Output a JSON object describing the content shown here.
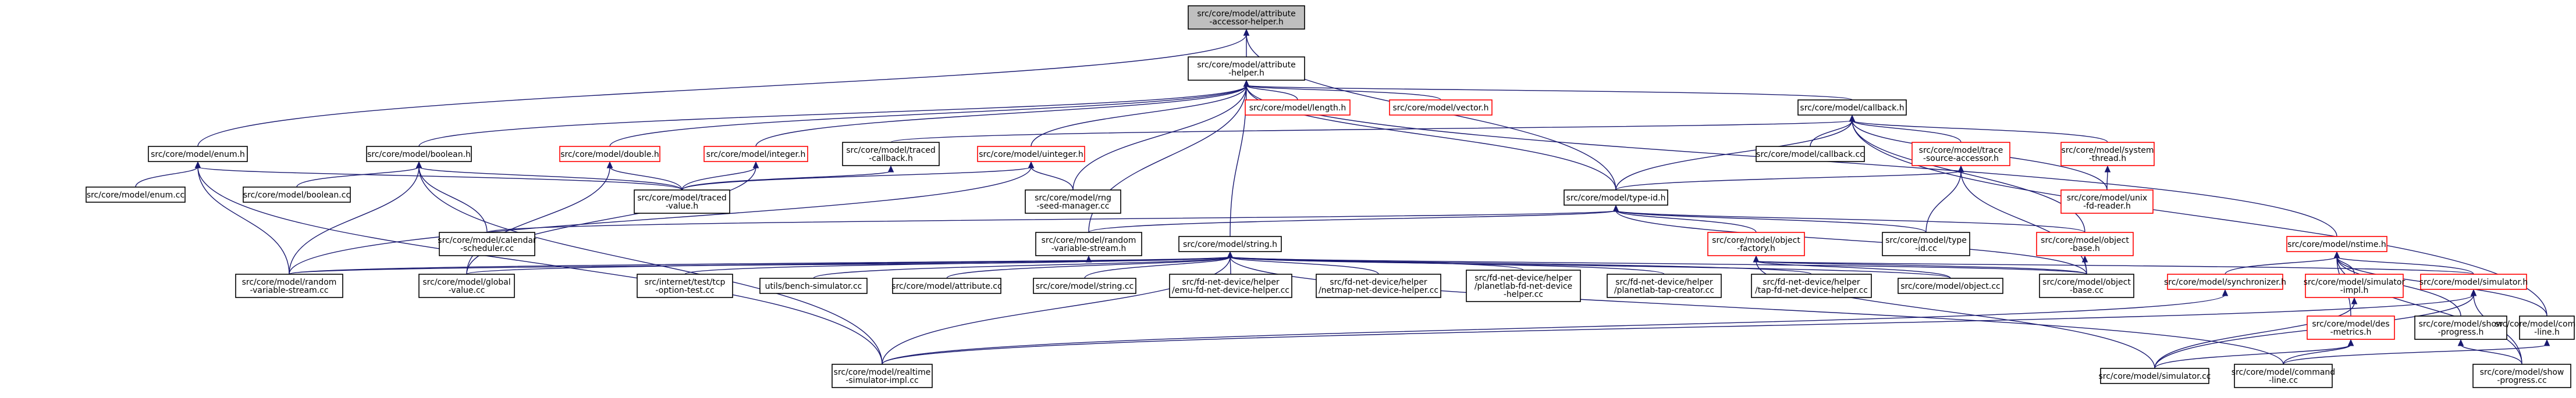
{
  "colors": {
    "root_fill": "#bfbfbf",
    "node_fill": "#ffffff",
    "node_stroke": "#000000",
    "link_node_stroke": "#ff0000",
    "edge": "#191970",
    "text": "#000000"
  },
  "nodes": [
    {
      "id": "root",
      "lines": [
        "src/core/model/attribute",
        "-accessor-helper.h"
      ],
      "kind": "root"
    },
    {
      "id": "attribute_helper",
      "lines": [
        "src/core/model/attribute",
        "-helper.h"
      ],
      "kind": "black"
    },
    {
      "id": "enum_h",
      "lines": [
        "src/core/model/enum.h"
      ],
      "kind": "black"
    },
    {
      "id": "enum_cc",
      "lines": [
        "src/core/model/enum.cc"
      ],
      "kind": "black"
    },
    {
      "id": "boolean_h",
      "lines": [
        "src/core/model/boolean.h"
      ],
      "kind": "black"
    },
    {
      "id": "boolean_cc",
      "lines": [
        "src/core/model/boolean.cc"
      ],
      "kind": "black"
    },
    {
      "id": "double_h",
      "lines": [
        "src/core/model/double.h"
      ],
      "kind": "red"
    },
    {
      "id": "integer_h",
      "lines": [
        "src/core/model/integer.h"
      ],
      "kind": "red"
    },
    {
      "id": "traced_callback_h",
      "lines": [
        "src/core/model/traced",
        "-callback.h"
      ],
      "kind": "black"
    },
    {
      "id": "uinteger_h",
      "lines": [
        "src/core/model/uinteger.h"
      ],
      "kind": "red"
    },
    {
      "id": "length_h",
      "lines": [
        "src/core/model/length.h"
      ],
      "kind": "red"
    },
    {
      "id": "vector_h",
      "lines": [
        "src/core/model/vector.h"
      ],
      "kind": "red"
    },
    {
      "id": "callback_h",
      "lines": [
        "src/core/model/callback.h"
      ],
      "kind": "black"
    },
    {
      "id": "callback_cc",
      "lines": [
        "src/core/model/callback.cc"
      ],
      "kind": "black"
    },
    {
      "id": "trace_source_accessor_h",
      "lines": [
        "src/core/model/trace",
        "-source-accessor.h"
      ],
      "kind": "red"
    },
    {
      "id": "system_thread_h",
      "lines": [
        "src/core/model/system",
        "-thread.h"
      ],
      "kind": "red"
    },
    {
      "id": "unix_fd_reader_h",
      "lines": [
        "src/core/model/unix",
        "-fd-reader.h"
      ],
      "kind": "red"
    },
    {
      "id": "traced_value_h",
      "lines": [
        "src/core/model/traced",
        "-value.h"
      ],
      "kind": "black"
    },
    {
      "id": "rng_seed_manager_cc",
      "lines": [
        "src/core/model/rng",
        "-seed-manager.cc"
      ],
      "kind": "black"
    },
    {
      "id": "type_id_h",
      "lines": [
        "src/core/model/type-id.h"
      ],
      "kind": "black"
    },
    {
      "id": "calendar_scheduler_cc",
      "lines": [
        "src/core/model/calendar",
        "-scheduler.cc"
      ],
      "kind": "black"
    },
    {
      "id": "random_variable_stream_h",
      "lines": [
        "src/core/model/random",
        "-variable-stream.h"
      ],
      "kind": "black"
    },
    {
      "id": "string_h",
      "lines": [
        "src/core/model/string.h"
      ],
      "kind": "black"
    },
    {
      "id": "object_factory_h",
      "lines": [
        "src/core/model/object",
        "-factory.h"
      ],
      "kind": "red"
    },
    {
      "id": "type_id_cc",
      "lines": [
        "src/core/model/type",
        "-id.cc"
      ],
      "kind": "black"
    },
    {
      "id": "object_base_h",
      "lines": [
        "src/core/model/object",
        "-base.h"
      ],
      "kind": "red"
    },
    {
      "id": "nstime_h",
      "lines": [
        "src/core/model/nstime.h"
      ],
      "kind": "red"
    },
    {
      "id": "random_variable_stream_cc",
      "lines": [
        "src/core/model/random",
        "-variable-stream.cc"
      ],
      "kind": "black"
    },
    {
      "id": "global_value_cc",
      "lines": [
        "src/core/model/global",
        "-value.cc"
      ],
      "kind": "black"
    },
    {
      "id": "tcp_option_test_cc",
      "lines": [
        "src/internet/test/tcp",
        "-option-test.cc"
      ],
      "kind": "black"
    },
    {
      "id": "bench_simulator_cc",
      "lines": [
        "utils/bench-simulator.cc"
      ],
      "kind": "black"
    },
    {
      "id": "attribute_cc",
      "lines": [
        "src/core/model/attribute.cc"
      ],
      "kind": "black"
    },
    {
      "id": "string_cc",
      "lines": [
        "src/core/model/string.cc"
      ],
      "kind": "black"
    },
    {
      "id": "emu_fd_net_cc",
      "lines": [
        "src/fd-net-device/helper",
        "/emu-fd-net-device-helper.cc"
      ],
      "kind": "black"
    },
    {
      "id": "netmap_net_cc",
      "lines": [
        "src/fd-net-device/helper",
        "/netmap-net-device-helper.cc"
      ],
      "kind": "black"
    },
    {
      "id": "planetlab_fd_net_cc",
      "lines": [
        "src/fd-net-device/helper",
        "/planetlab-fd-net-device",
        "-helper.cc"
      ],
      "kind": "black"
    },
    {
      "id": "planetlab_tap_creator_cc",
      "lines": [
        "src/fd-net-device/helper",
        "/planetlab-tap-creator.cc"
      ],
      "kind": "black"
    },
    {
      "id": "tap_fd_net_cc",
      "lines": [
        "src/fd-net-device/helper",
        "/tap-fd-net-device-helper.cc"
      ],
      "kind": "black"
    },
    {
      "id": "object_cc",
      "lines": [
        "src/core/model/object.cc"
      ],
      "kind": "black"
    },
    {
      "id": "object_base_cc",
      "lines": [
        "src/core/model/object",
        "-base.cc"
      ],
      "kind": "black"
    },
    {
      "id": "synchronizer_h",
      "lines": [
        "src/core/model/synchronizer.h"
      ],
      "kind": "red"
    },
    {
      "id": "simulator_impl_h",
      "lines": [
        "src/core/model/simulator",
        "-impl.h"
      ],
      "kind": "red"
    },
    {
      "id": "simulator_h",
      "lines": [
        "src/core/model/simulator.h"
      ],
      "kind": "red"
    },
    {
      "id": "des_metrics_h",
      "lines": [
        "src/core/model/des",
        "-metrics.h"
      ],
      "kind": "red"
    },
    {
      "id": "show_progress_h",
      "lines": [
        "src/core/model/show",
        "-progress.h"
      ],
      "kind": "black"
    },
    {
      "id": "command_line_h",
      "lines": [
        "src/core/model/command",
        "-line.h"
      ],
      "kind": "black"
    },
    {
      "id": "realtime_simulator_impl_cc",
      "lines": [
        "src/core/model/realtime",
        "-simulator-impl.cc"
      ],
      "kind": "black"
    },
    {
      "id": "simulator_cc",
      "lines": [
        "src/core/model/simulator.cc"
      ],
      "kind": "black"
    },
    {
      "id": "command_line_cc",
      "lines": [
        "src/core/model/command",
        "-line.cc"
      ],
      "kind": "black"
    },
    {
      "id": "show_progress_cc",
      "lines": [
        "src/core/model/show",
        "-progress.cc"
      ],
      "kind": "black"
    }
  ],
  "edges": [
    [
      "root",
      "attribute_helper"
    ],
    [
      "root",
      "enum_h"
    ],
    [
      "root",
      "type_id_h"
    ],
    [
      "attribute_helper",
      "boolean_h"
    ],
    [
      "attribute_helper",
      "double_h"
    ],
    [
      "attribute_helper",
      "integer_h"
    ],
    [
      "attribute_helper",
      "uinteger_h"
    ],
    [
      "attribute_helper",
      "length_h"
    ],
    [
      "attribute_helper",
      "vector_h"
    ],
    [
      "attribute_helper",
      "callback_h"
    ],
    [
      "attribute_helper",
      "type_id_h"
    ],
    [
      "attribute_helper",
      "string_h"
    ],
    [
      "attribute_helper",
      "random_variable_stream_h"
    ],
    [
      "attribute_helper",
      "rng_seed_manager_cc"
    ],
    [
      "attribute_helper",
      "nstime_h"
    ],
    [
      "enum_h",
      "enum_cc"
    ],
    [
      "enum_h",
      "traced_value_h"
    ],
    [
      "enum_h",
      "random_variable_stream_cc"
    ],
    [
      "enum_h",
      "realtime_simulator_impl_cc"
    ],
    [
      "boolean_h",
      "boolean_cc"
    ],
    [
      "boolean_h",
      "traced_value_h"
    ],
    [
      "boolean_h",
      "calendar_scheduler_cc"
    ],
    [
      "boolean_h",
      "random_variable_stream_cc"
    ],
    [
      "boolean_h",
      "realtime_simulator_impl_cc"
    ],
    [
      "double_h",
      "traced_value_h"
    ],
    [
      "double_h",
      "global_value_cc"
    ],
    [
      "integer_h",
      "traced_value_h"
    ],
    [
      "integer_h",
      "global_value_cc"
    ],
    [
      "traced_callback_h",
      "traced_value_h"
    ],
    [
      "uinteger_h",
      "traced_value_h"
    ],
    [
      "uinteger_h",
      "rng_seed_manager_cc"
    ],
    [
      "uinteger_h",
      "random_variable_stream_cc"
    ],
    [
      "callback_h",
      "callback_cc"
    ],
    [
      "callback_h",
      "trace_source_accessor_h"
    ],
    [
      "callback_h",
      "system_thread_h"
    ],
    [
      "callback_h",
      "unix_fd_reader_h"
    ],
    [
      "callback_h",
      "traced_callback_h"
    ],
    [
      "callback_h",
      "type_id_h"
    ],
    [
      "callback_h",
      "object_base_h"
    ],
    [
      "callback_h",
      "command_line_h"
    ],
    [
      "trace_source_accessor_h",
      "type_id_h"
    ],
    [
      "trace_source_accessor_h",
      "type_id_cc"
    ],
    [
      "trace_source_accessor_h",
      "object_base_cc"
    ],
    [
      "system_thread_h",
      "unix_fd_reader_h"
    ],
    [
      "type_id_h",
      "calendar_scheduler_cc"
    ],
    [
      "type_id_h",
      "random_variable_stream_h"
    ],
    [
      "type_id_h",
      "type_id_cc"
    ],
    [
      "type_id_h",
      "object_factory_h"
    ],
    [
      "type_id_h",
      "object_base_h"
    ],
    [
      "type_id_h",
      "object_base_cc"
    ],
    [
      "random_variable_stream_h",
      "random_variable_stream_cc"
    ],
    [
      "string_h",
      "random_variable_stream_cc"
    ],
    [
      "string_h",
      "global_value_cc"
    ],
    [
      "string_h",
      "tcp_option_test_cc"
    ],
    [
      "string_h",
      "bench_simulator_cc"
    ],
    [
      "string_h",
      "attribute_cc"
    ],
    [
      "string_h",
      "string_cc"
    ],
    [
      "string_h",
      "emu_fd_net_cc"
    ],
    [
      "string_h",
      "netmap_net_cc"
    ],
    [
      "string_h",
      "planetlab_fd_net_cc"
    ],
    [
      "string_h",
      "planetlab_tap_creator_cc"
    ],
    [
      "string_h",
      "tap_fd_net_cc"
    ],
    [
      "string_h",
      "object_cc"
    ],
    [
      "string_h",
      "object_base_cc"
    ],
    [
      "string_h",
      "command_line_cc"
    ],
    [
      "string_h",
      "realtime_simulator_impl_cc"
    ],
    [
      "object_factory_h",
      "object_cc"
    ],
    [
      "object_factory_h",
      "object_base_cc"
    ],
    [
      "object_factory_h",
      "simulator_h"
    ],
    [
      "object_factory_h",
      "simulator_cc"
    ],
    [
      "object_base_h",
      "object_base_cc"
    ],
    [
      "nstime_h",
      "synchronizer_h"
    ],
    [
      "nstime_h",
      "simulator_impl_h"
    ],
    [
      "nstime_h",
      "simulator_h"
    ],
    [
      "nstime_h",
      "des_metrics_h"
    ],
    [
      "nstime_h",
      "show_progress_h"
    ],
    [
      "nstime_h",
      "command_line_h"
    ],
    [
      "nstime_h",
      "show_progress_cc"
    ],
    [
      "synchronizer_h",
      "realtime_simulator_impl_cc"
    ],
    [
      "simulator_impl_h",
      "simulator_cc"
    ],
    [
      "simulator_h",
      "simulator_cc"
    ],
    [
      "simulator_h",
      "show_progress_cc"
    ],
    [
      "simulator_h",
      "realtime_simulator_impl_cc"
    ],
    [
      "des_metrics_h",
      "simulator_cc"
    ],
    [
      "des_metrics_h",
      "command_line_cc"
    ],
    [
      "show_progress_h",
      "show_progress_cc"
    ],
    [
      "command_line_h",
      "command_line_cc"
    ]
  ]
}
